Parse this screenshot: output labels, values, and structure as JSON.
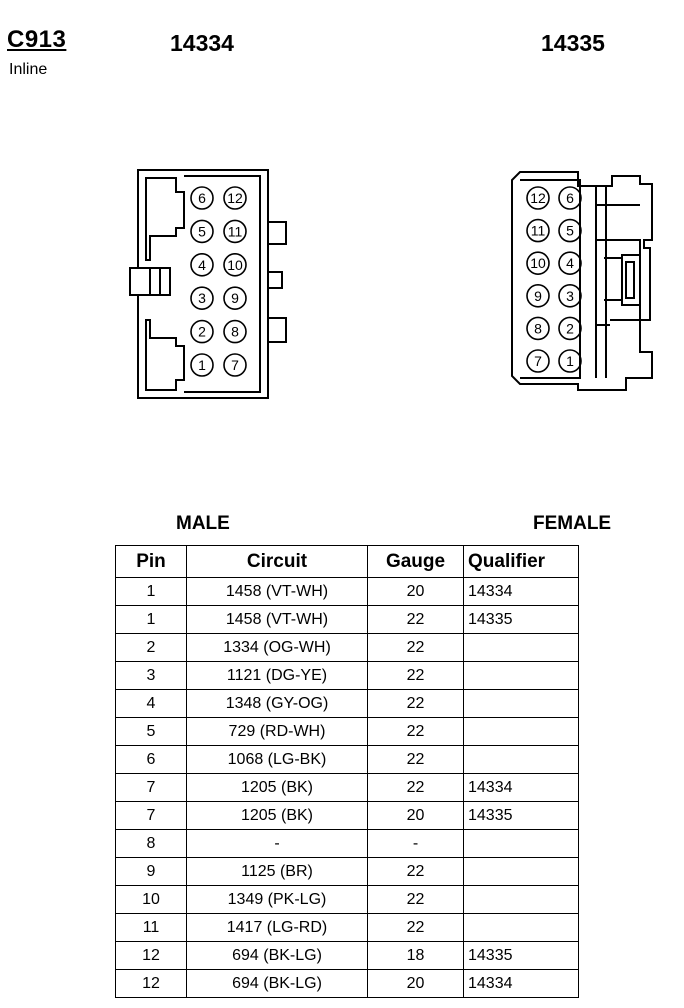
{
  "connector": {
    "id": "C913",
    "type": "Inline"
  },
  "male": {
    "part_number": "14334",
    "label": "MALE",
    "left_column": [
      "6",
      "5",
      "4",
      "3",
      "2",
      "1"
    ],
    "right_column": [
      "12",
      "11",
      "10",
      "9",
      "8",
      "7"
    ]
  },
  "female": {
    "part_number": "14335",
    "label": "FEMALE",
    "left_column": [
      "12",
      "11",
      "10",
      "9",
      "8",
      "7"
    ],
    "right_column": [
      "6",
      "5",
      "4",
      "3",
      "2",
      "1"
    ]
  },
  "table": {
    "headers": [
      "Pin",
      "Circuit",
      "Gauge",
      "Qualifier"
    ],
    "rows": [
      [
        "1",
        "1458 (VT-WH)",
        "20",
        "14334"
      ],
      [
        "1",
        "1458 (VT-WH)",
        "22",
        "14335"
      ],
      [
        "2",
        "1334 (OG-WH)",
        "22",
        ""
      ],
      [
        "3",
        "1121 (DG-YE)",
        "22",
        ""
      ],
      [
        "4",
        "1348 (GY-OG)",
        "22",
        ""
      ],
      [
        "5",
        "729 (RD-WH)",
        "22",
        ""
      ],
      [
        "6",
        "1068 (LG-BK)",
        "22",
        ""
      ],
      [
        "7",
        "1205 (BK)",
        "22",
        "14334"
      ],
      [
        "7",
        "1205 (BK)",
        "20",
        "14335"
      ],
      [
        "8",
        "-",
        "-",
        ""
      ],
      [
        "9",
        "1125 (BR)",
        "22",
        ""
      ],
      [
        "10",
        "1349 (PK-LG)",
        "22",
        ""
      ],
      [
        "11",
        "1417 (LG-RD)",
        "22",
        ""
      ],
      [
        "12",
        "694 (BK-LG)",
        "18",
        "14335"
      ],
      [
        "12",
        "694 (BK-LG)",
        "20",
        "14334"
      ]
    ]
  }
}
